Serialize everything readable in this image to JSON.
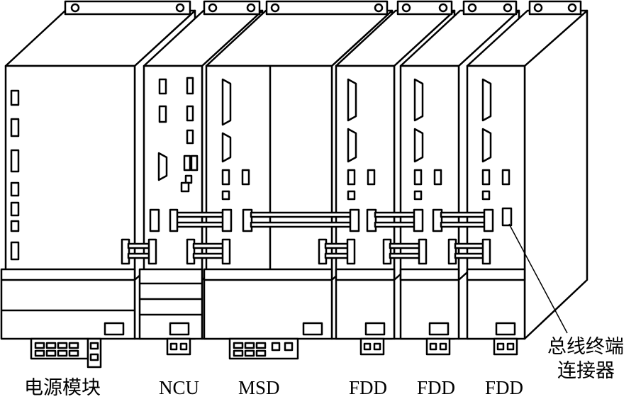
{
  "labels": {
    "power_module": "电源模块",
    "ncu": "NCU",
    "msd": "MSD",
    "fdd_1": "FDD",
    "fdd_2": "FDD",
    "fdd_3": "FDD",
    "terminator_line1": "总线终端",
    "terminator_line2": "连接器"
  },
  "colors": {
    "line": "#000000",
    "background": "#ffffff"
  }
}
